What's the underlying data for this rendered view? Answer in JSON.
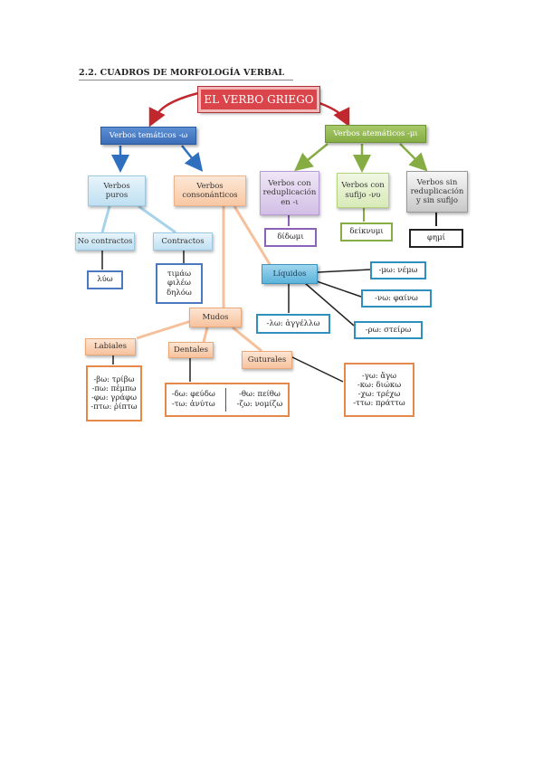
{
  "heading": "2.2. CUADROS DE MORFOLOGÍA VERBAL",
  "colors": {
    "root": "#d9454b",
    "tematicos": "#3a6db8",
    "atematicos": "#86ad44",
    "consonanticos_link": "#f6c09a",
    "puros_link": "#a7d3ea",
    "black_link": "#222222"
  },
  "nodes": {
    "root": "EL VERBO GRIEGO",
    "tematicos": "Verbos temáticos -ω",
    "atematicos": "Verbos atemáticos -μι",
    "puros": "Verbos\npuros",
    "consonanticos": "Verbos\nconsonánticos",
    "reduplicacion": "Verbos con\nreduplicación\nen -ι",
    "sufijo": "Verbos con\nsufijo -νυ",
    "sin_reduplicacion": "Verbos sin\nreduplicación\ny sin sufijo",
    "no_contractos": "No contractos",
    "contractos": "Contractos",
    "liquidos": "Líquidos",
    "mudos": "Mudos",
    "labiales": "Labiales",
    "dentales": "Dentales",
    "guturales": "Guturales"
  },
  "examples": {
    "didomi": "δίδωμι",
    "deiknumi": "δείκνυμι",
    "femi": "φημί",
    "luo": "λύω",
    "contractos": "τιμάω\nφιλέω\nδηλόω",
    "lambda": "-λω: ἀγγέλλω",
    "mu": "-μω: νέμω",
    "nu": "-νω: φαίνω",
    "rho": "-ρω: στείρω",
    "labiales": "-βω: τρίβω\n-πω: πέμπω\n-φω: γράφω\n-πτω: ῥίπτω",
    "dentales_left": "-δω: φεύδω\n-τω: ἀνύτω",
    "dentales_right": "-θω: πείθω\n-ζω: νομίζω",
    "guturales": "-γω: ἄγω\n-κω: διώκω\n-χω: τρέχω\n-ττω: πράττω"
  }
}
